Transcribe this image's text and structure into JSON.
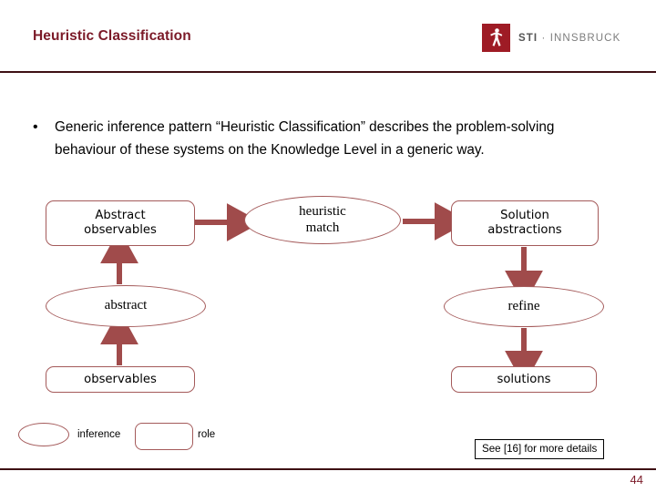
{
  "header": {
    "title": "Heuristic Classification",
    "logo": {
      "icon": "sti-person-icon",
      "wordmark_bold": "STI",
      "wordmark_rest": "· INNSBRUCK"
    },
    "rule_color": "#3E1014",
    "title_color": "#7B1A28"
  },
  "body": {
    "bullet_marker": "•",
    "bullet_text": "Generic inference pattern “Heuristic Classification” describes the problem-solving behaviour of these systems on the Knowledge Level in a generic way."
  },
  "diagram": {
    "shape_border_color": "#A45A5A",
    "arrow_color": "#A04B4B",
    "nodes": [
      {
        "id": "abstract-observables",
        "label": "Abstract\nobservables",
        "shape": "rect"
      },
      {
        "id": "heuristic-match",
        "label": "heuristic\nmatch",
        "shape": "ellipse"
      },
      {
        "id": "solution-abstractions",
        "label": "Solution\nabstractions",
        "shape": "rect"
      },
      {
        "id": "abstract",
        "label": "abstract",
        "shape": "ellipse"
      },
      {
        "id": "refine",
        "label": "refine",
        "shape": "ellipse"
      },
      {
        "id": "observables",
        "label": "observables",
        "shape": "rect"
      },
      {
        "id": "solutions",
        "label": "solutions",
        "shape": "rect"
      }
    ],
    "labels": {
      "abstract_observables_line1": "Abstract",
      "abstract_observables_line2": "observables",
      "heuristic_match_line1": "heuristic",
      "heuristic_match_line2": "match",
      "solution_abstractions_line1": "Solution",
      "solution_abstractions_line2": "abstractions",
      "abstract": "abstract",
      "refine": "refine",
      "observables": "observables",
      "solutions": "solutions"
    },
    "arrows": [
      {
        "id": "abstract-observables-to-heuristic-match",
        "direction": "right"
      },
      {
        "id": "heuristic-match-to-solution-abstractions",
        "direction": "right"
      },
      {
        "id": "abstract-to-abstract-observables",
        "direction": "up"
      },
      {
        "id": "observables-to-abstract",
        "direction": "up"
      },
      {
        "id": "solution-abstractions-to-refine",
        "direction": "down"
      },
      {
        "id": "refine-to-solutions",
        "direction": "down"
      }
    ]
  },
  "legend": {
    "inference_label": "inference",
    "role_label": "role"
  },
  "footer": {
    "footnote": "See [16] for more details",
    "page_number": "44",
    "rule_color": "#3E1014"
  }
}
